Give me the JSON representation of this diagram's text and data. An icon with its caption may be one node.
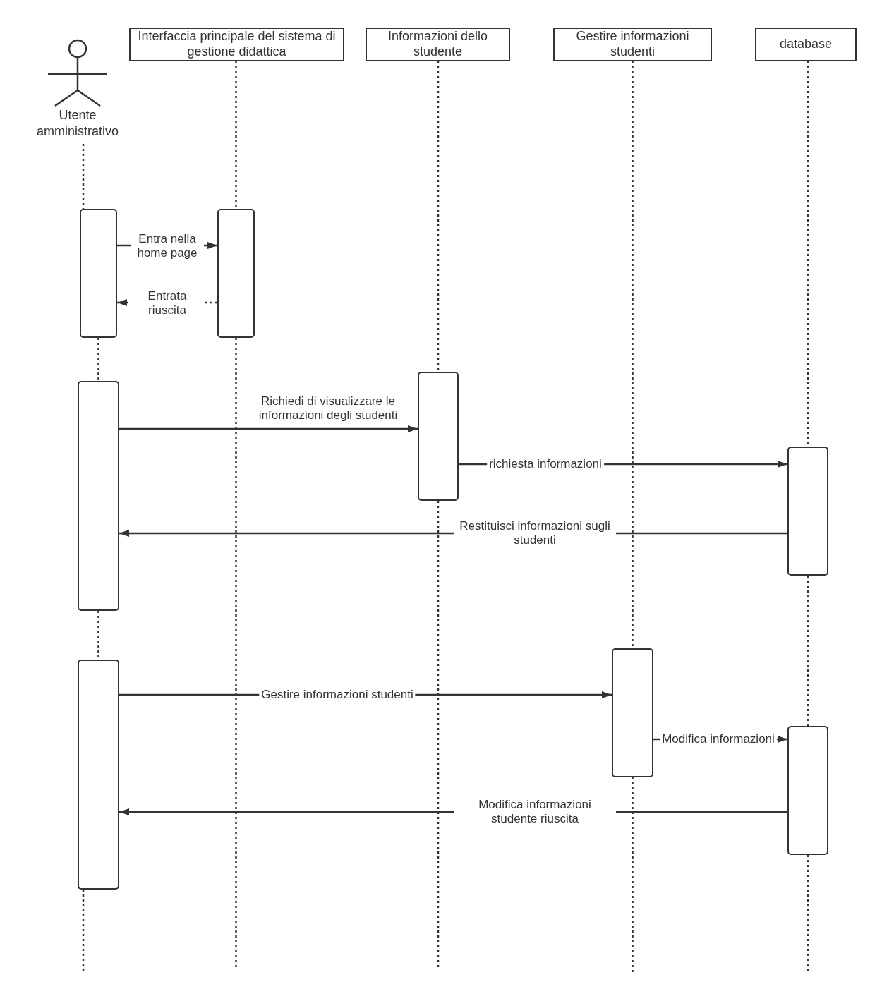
{
  "diagram": {
    "nodes": [
      {
        "text": [
          "Utente amministrativo"
        ]
      },
      {
        "text": [
          "Interfaccia principale del sistema di gestione didattica"
        ]
      },
      {
        "text": [
          "Informazioni dello studente"
        ]
      },
      {
        "text": [
          "Gestire informazioni studenti"
        ]
      },
      {
        "text": [
          "database"
        ]
      },
      {
        "text": [],
        "shape": "bar"
      },
      {
        "text": [],
        "shape": "bar"
      },
      {
        "text": [],
        "shape": "bar"
      },
      {
        "text": [],
        "shape": "bar"
      },
      {
        "text": [],
        "shape": "bar"
      },
      {
        "text": [],
        "shape": "bar"
      },
      {
        "text": [],
        "shape": "bar"
      },
      {
        "text": [],
        "shape": "bar"
      }
    ],
    "edges": [
      {
        "from": 0,
        "to": 5,
        "arrow": "none",
        "style": "dashed"
      },
      {
        "from": 5,
        "to": 7,
        "arrow": "none",
        "style": "dashed"
      },
      {
        "from": 7,
        "to": 10,
        "arrow": "none",
        "style": "dashed"
      },
      {
        "from": 10,
        "to": null,
        "arrow": "none",
        "style": "dashed"
      },
      {
        "from": 1,
        "to": 6,
        "arrow": "none",
        "style": "dashed"
      },
      {
        "from": 6,
        "to": null,
        "arrow": "none",
        "style": "dashed"
      },
      {
        "from": 2,
        "to": 8,
        "arrow": "none",
        "style": "dashed"
      },
      {
        "from": 8,
        "to": null,
        "arrow": "none",
        "style": "dashed"
      },
      {
        "from": 3,
        "to": 11,
        "arrow": "none",
        "style": "dashed"
      },
      {
        "from": 11,
        "to": null,
        "arrow": "none",
        "style": "dashed"
      },
      {
        "from": 4,
        "to": 9,
        "arrow": "none",
        "style": "dashed"
      },
      {
        "from": 9,
        "to": 12,
        "arrow": "none",
        "style": "dashed"
      },
      {
        "from": 12,
        "to": null,
        "arrow": "none",
        "style": "dashed"
      },
      {
        "from": 5,
        "to": 6,
        "arrow": "to",
        "label": "Entra nella home page"
      },
      {
        "from": 6,
        "to": 5,
        "arrow": "to",
        "label": "Entrata riuscita",
        "style": "dashed"
      },
      {
        "from": 7,
        "to": 8,
        "arrow": "to",
        "label": "Richiedi di visualizzare le informazioni degli studenti"
      },
      {
        "from": 8,
        "to": 9,
        "arrow": "to",
        "label": "richiesta informazioni"
      },
      {
        "from": 9,
        "to": 7,
        "arrow": "to",
        "label": "Restituisci informazioni sugli studenti"
      },
      {
        "from": 10,
        "to": 11,
        "arrow": "to",
        "label": "Gestire informazioni studenti"
      },
      {
        "from": 11,
        "to": 12,
        "arrow": "to",
        "label": "Modifica informazioni"
      },
      {
        "from": 12,
        "to": 10,
        "arrow": "to",
        "label": "Modifica informazioni studente riuscita"
      }
    ]
  }
}
